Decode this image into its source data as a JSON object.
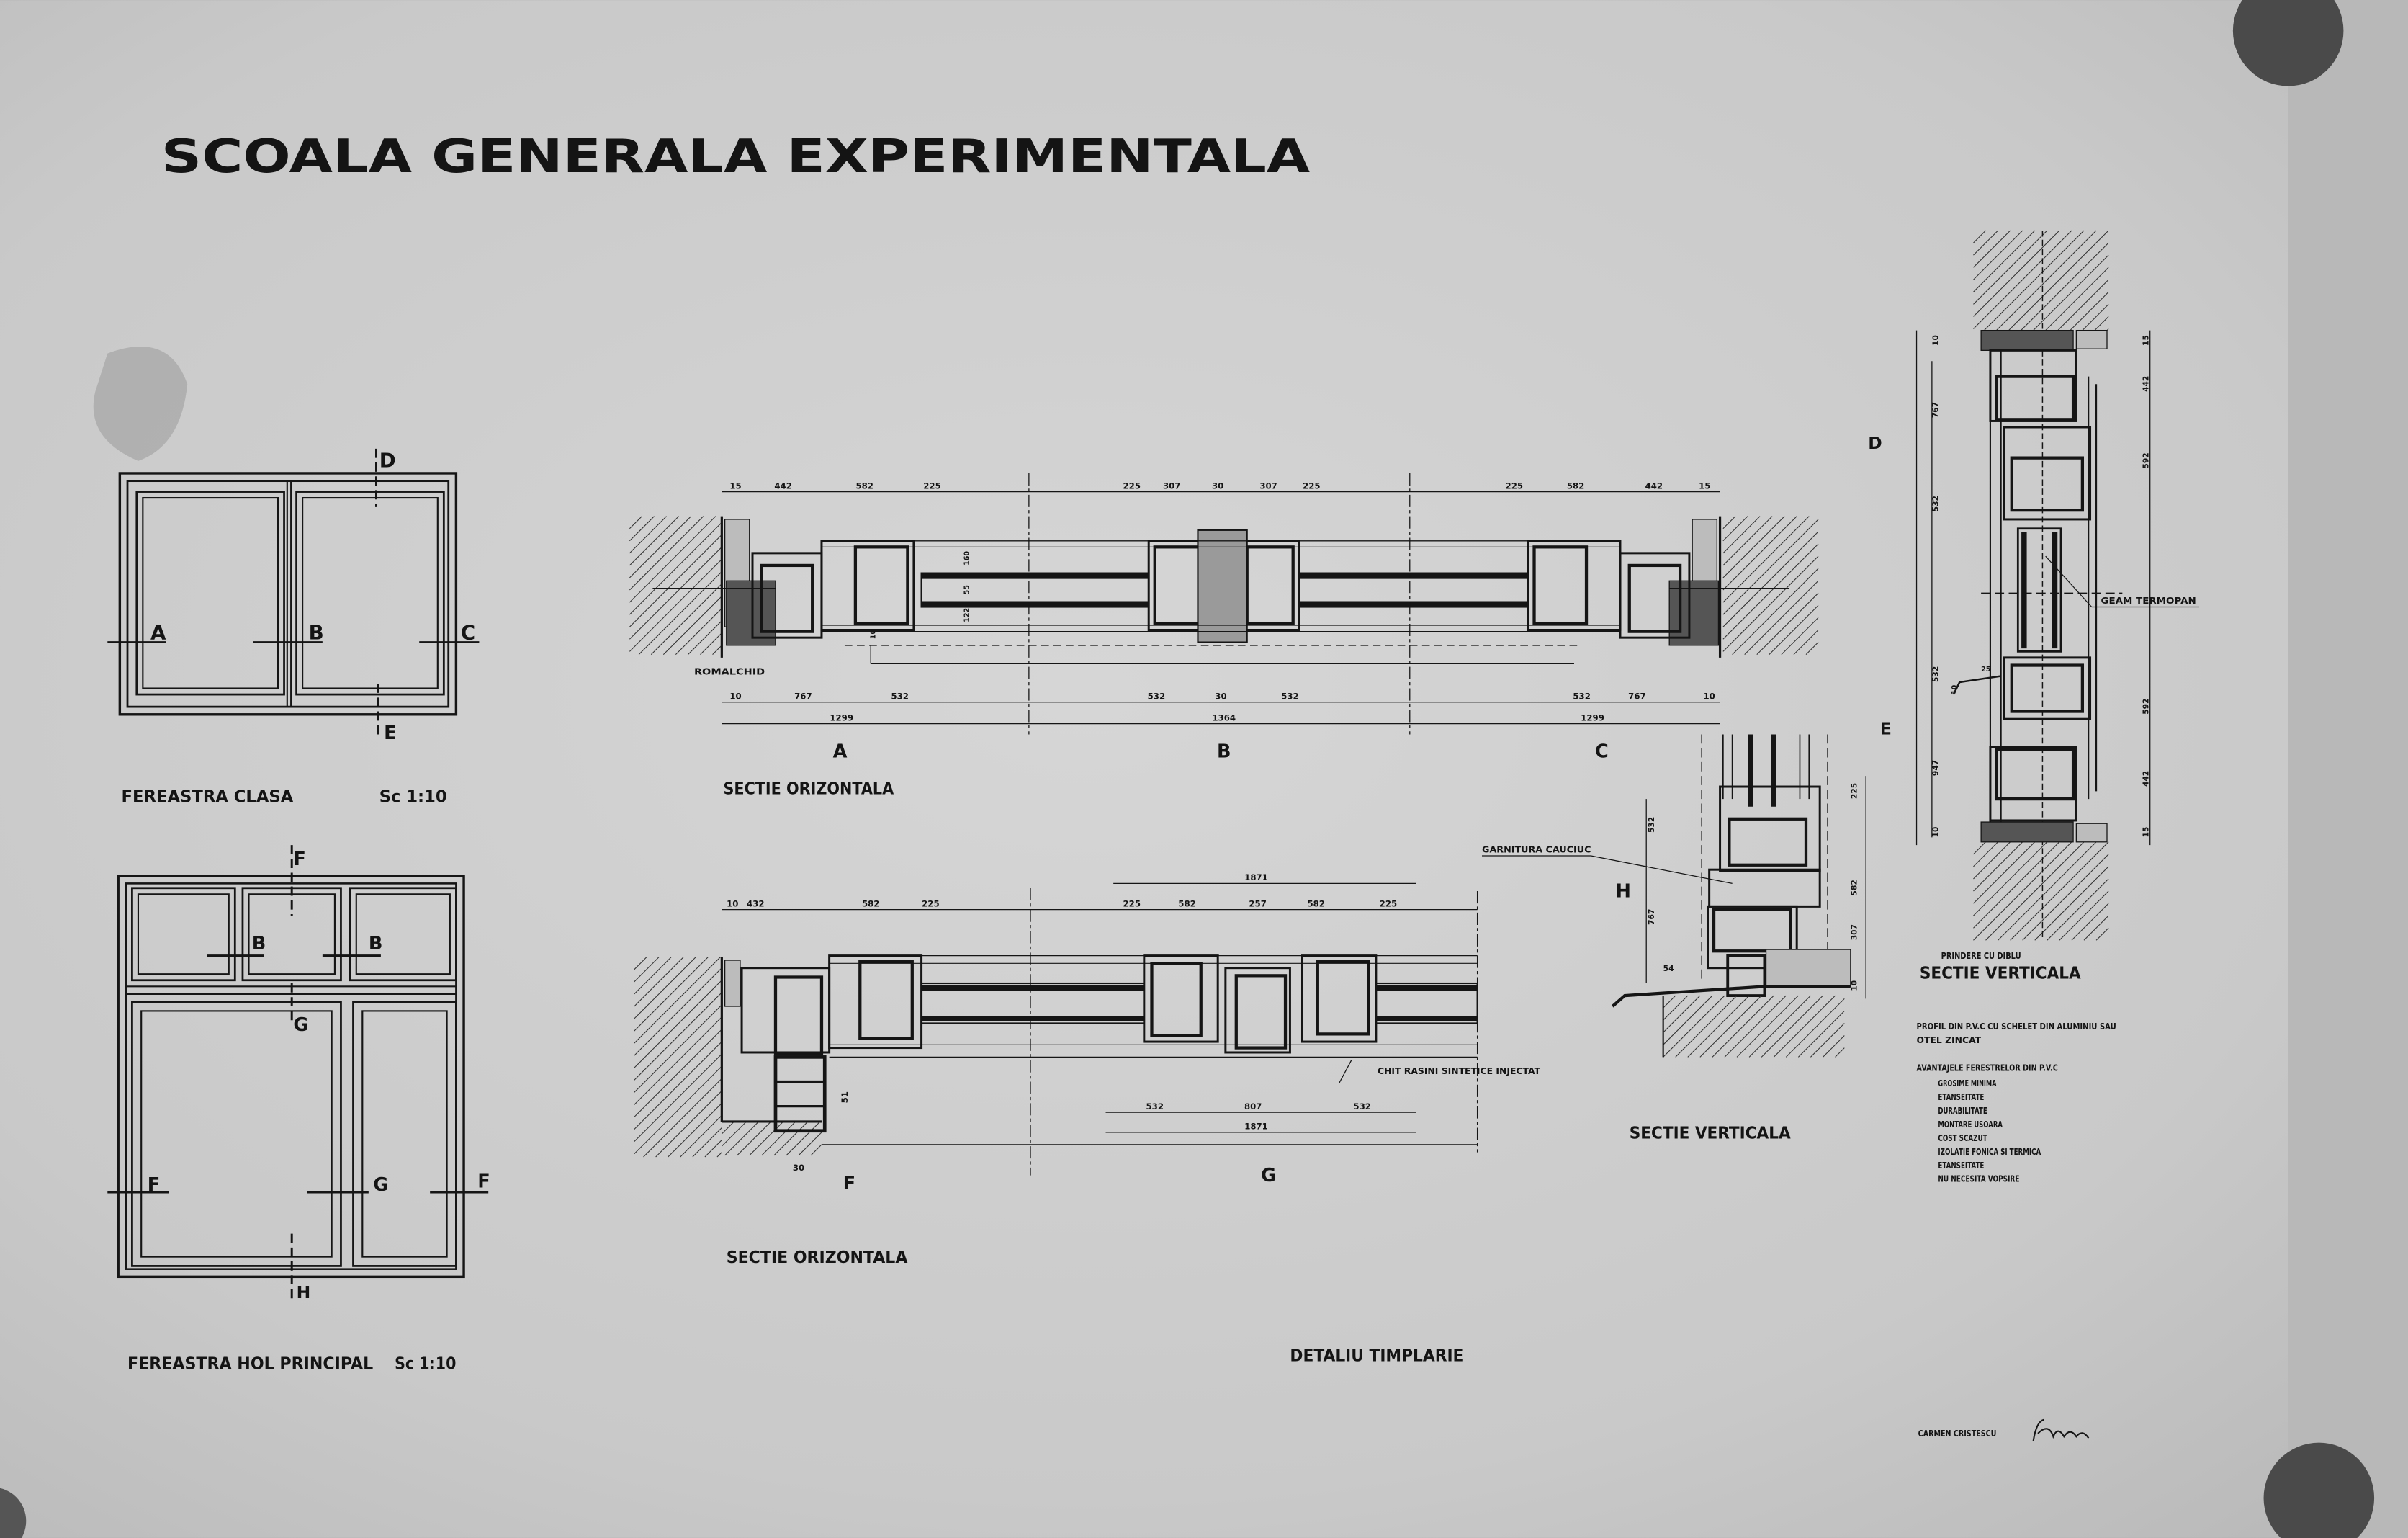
{
  "title": "SCOALA GENERALA EXPERIMENTALA",
  "window_class": {
    "caption": "FEREASTRA CLASA",
    "scale": "Sc 1:10",
    "cut_labels": [
      "A",
      "B",
      "C",
      "D",
      "E"
    ]
  },
  "window_hall": {
    "caption": "FEREASTRA HOL PRINCIPAL",
    "scale": "Sc 1:10",
    "cut_labels": [
      "F",
      "B",
      "B",
      "G",
      "F",
      "G",
      "F",
      "H"
    ]
  },
  "section_top": {
    "caption": "SECTIE ORIZONTALA",
    "note": "ROMALCHID",
    "labels": [
      "A",
      "B",
      "C"
    ],
    "dims_top": [
      "15",
      "442",
      "582",
      "225",
      "225",
      "307",
      "30",
      "307",
      "225",
      "225",
      "582",
      "442",
      "15"
    ],
    "dims_inner": [
      "160",
      "55",
      "122",
      "10"
    ],
    "dims_bottom": [
      "10",
      "767",
      "532",
      "532",
      "30",
      "532",
      "532",
      "767",
      "10"
    ],
    "totals": [
      "1299",
      "1364",
      "1299"
    ]
  },
  "section_bottom": {
    "caption": "SECTIE ORIZONTALA",
    "note": "CHIT RASINI SINTETICE INJECTAT",
    "labels": [
      "F",
      "G"
    ],
    "dim_overall_top": "1871",
    "dims_top": [
      "10",
      "432",
      "582",
      "225",
      "225",
      "582",
      "257",
      "582",
      "225"
    ],
    "dims_bottom": [
      "532",
      "807",
      "532"
    ],
    "total_bottom": "1871",
    "dim_side": "51",
    "dim_foot": "30"
  },
  "section_vertical_mid": {
    "caption": "SECTIE VERTICALA",
    "note": "GARNITURA CAUCIUC",
    "label": "H",
    "dims_left": [
      "532",
      "767",
      "54"
    ],
    "dims_right": [
      "225",
      "582",
      "307",
      "10"
    ]
  },
  "section_vertical_right": {
    "subcaption": "PRINDERE CU DIBLU",
    "caption": "SECTIE VERTICALA",
    "note": "GEAM TERMOPAN",
    "labels": [
      "D",
      "E"
    ],
    "dims_left": [
      "10",
      "767",
      "532",
      "532",
      "947",
      "10",
      "25",
      "10"
    ],
    "dims_right": [
      "15",
      "442",
      "592",
      "592",
      "442",
      "15"
    ]
  },
  "notes": {
    "profile": [
      "PROFIL DIN P.V.C CU SCHELET DIN ALUMINIU SAU",
      "OTEL ZINCAT"
    ],
    "advantages_title": "AVANTAJELE FERESTRELOR DIN P.V.C",
    "advantages": [
      "GROSIME MINIMA",
      "ETANSEITATE",
      "DURABILITATE",
      "MONTARE USOARA",
      "COST SCAZUT",
      "IZOLATIE FONICA SI TERMICA",
      "ETANSEITATE",
      "NU NECESITA VOPSIRE"
    ]
  },
  "sheet_title": "DETALIU TIMPLARIE",
  "author": "CARMEN CRISTESCU",
  "colors": {
    "paper": "#cdcdcd",
    "ink": "#141414",
    "edge": "#b4b4b4",
    "pin": "#4a4a4a"
  }
}
